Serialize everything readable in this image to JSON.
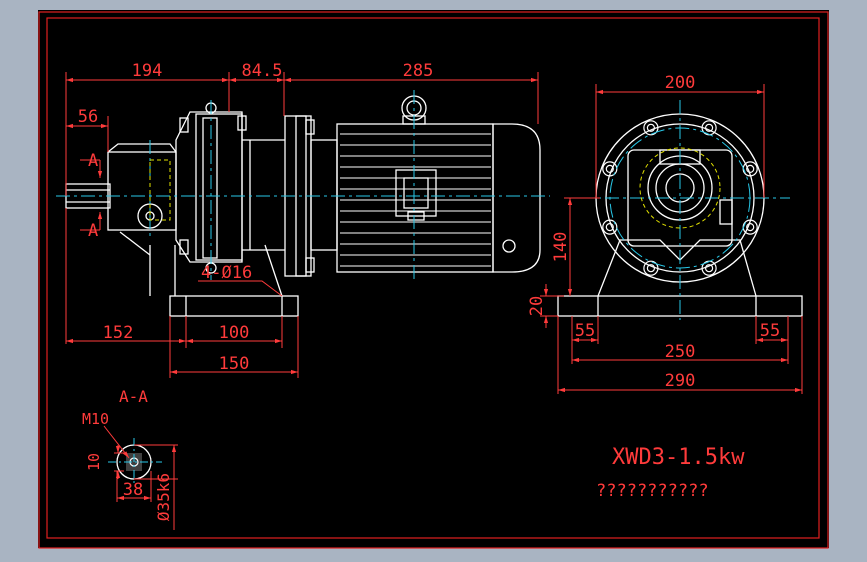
{
  "drawing": {
    "colors": {
      "window_bg": "#a9b4c2",
      "canvas": "#000000",
      "frame": "#e02020",
      "outline": "#ffffff",
      "dimension": "#ff3b3b",
      "centerline": "#28c8e8",
      "hidden": "#e0e000"
    },
    "title_block": {
      "model": "XWD3-1.5kw",
      "subtitle": "???????????"
    },
    "section": {
      "label": "A-A",
      "marker_top": "A",
      "marker_bottom": "A"
    },
    "front_view_dims": {
      "d194": "194",
      "d84_5": "84.5",
      "d285": "285",
      "d56": "56",
      "d152": "152",
      "d100": "100",
      "d150": "150",
      "holes": "4-Ø16"
    },
    "side_view_dims": {
      "d200": "200",
      "d140": "140",
      "d20": "20",
      "d55_left": "55",
      "d55_right": "55",
      "d250": "250",
      "d290": "290"
    },
    "shaft_dims": {
      "thread": "M10",
      "d10": "10",
      "d38": "38",
      "diameter": "Ø35k6"
    }
  }
}
